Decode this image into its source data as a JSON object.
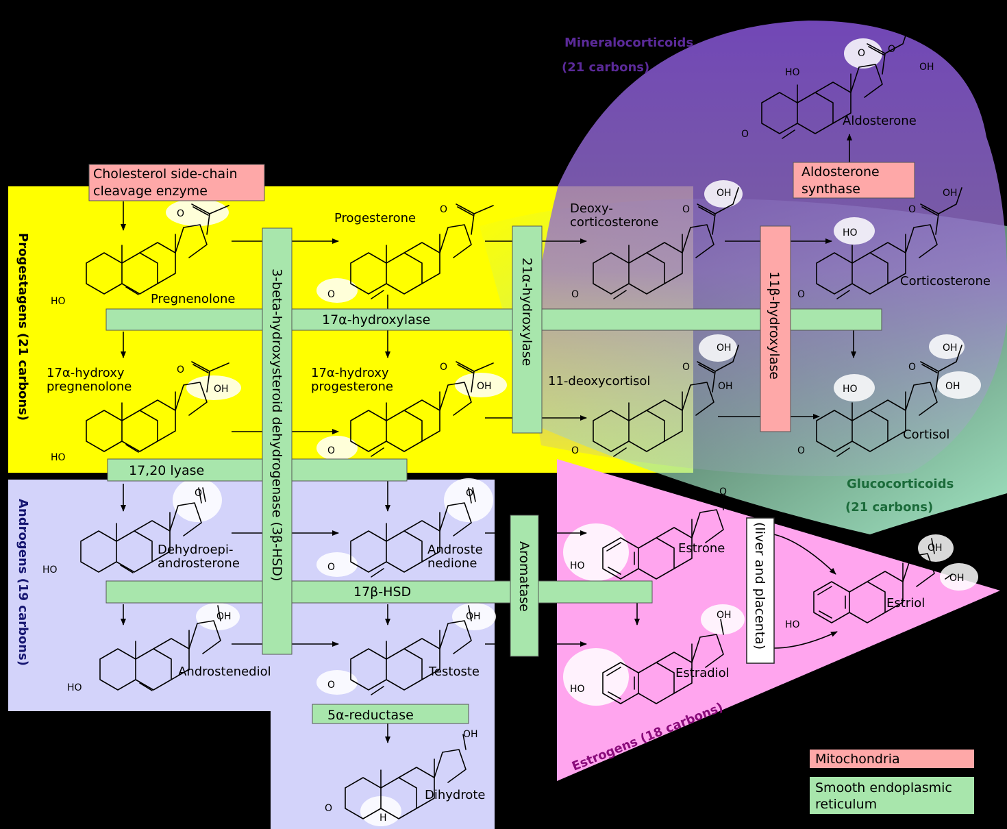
{
  "colors": {
    "background": "#000000",
    "progestagens": "#ffff00",
    "androgens": "#d3d3fa",
    "estrogens": "#ffa5ee",
    "mineralocorticoids": "#7b4dc6",
    "glucocorticoids": "#9fe3c0",
    "mitochondria": "#fea8a8",
    "smooth_er": "#a8e6ac"
  },
  "classes": {
    "progestagens": "Progestagens (21 carbons)",
    "androgens": "Androgens (19 carbons)",
    "estrogens": "Estrogens (18 carbons)",
    "mineralocorticoids_line1": "Mineralocorticoids",
    "mineralocorticoids_line2": "(21 carbons)",
    "glucocorticoids_line1": "Glucocorticoids",
    "glucocorticoids_line2": "(21 carbons)"
  },
  "molecules": {
    "pregnenolone": "Pregnenolone",
    "progesterone": "Progesterone",
    "deoxycorticosterone_1": "Deoxy-",
    "deoxycorticosterone_2": "corticosterone",
    "corticosterone": "Corticosterone",
    "aldosterone": "Aldosterone",
    "hydroxypregnenolone_1": "17α-hydroxy",
    "hydroxypregnenolone_2": "pregnenolone",
    "hydroxyprogesterone_1": "17α-hydroxy",
    "hydroxyprogesterone_2": "progesterone",
    "deoxycortisol": "11-deoxycortisol",
    "cortisol": "Cortisol",
    "dhea_1": "Dehydroepi-",
    "dhea_2": "androsterone",
    "androstenedione_1": "Androste",
    "androstenedione_2": "nedione",
    "androstenediol": "Androstenediol",
    "testosterone": "Testoste",
    "dihydrotestosterone": "Dihydrote",
    "estrone": "Estrone",
    "estradiol": "Estradiol",
    "estriol": "Estriol"
  },
  "atoms": {
    "o": "O",
    "ho": "HO",
    "oh": "OH",
    "h": "H"
  },
  "enzymes": {
    "scc_1": "Cholesterol side-chain",
    "scc_2": "cleavage enzyme",
    "aldo_1": "Aldosterone",
    "aldo_2": "synthase",
    "hydroxylase17": "17α-hydroxylase",
    "hsd3b": "3-beta-hydroxysteroid dehydrogenase (3β-HSD)",
    "hydroxylase21": "21α-hydroxylase",
    "hydroxylase11": "11β-hydroxylase",
    "lyase": "17,20 lyase",
    "hsd17b": "17β-HSD",
    "aromatase": "Aromatase",
    "reductase": "5α-reductase",
    "liver": "(liver and placenta)"
  },
  "legend": {
    "mitochondria": "Mitochondria",
    "ser_1": "Smooth endoplasmic",
    "ser_2": "reticulum"
  }
}
